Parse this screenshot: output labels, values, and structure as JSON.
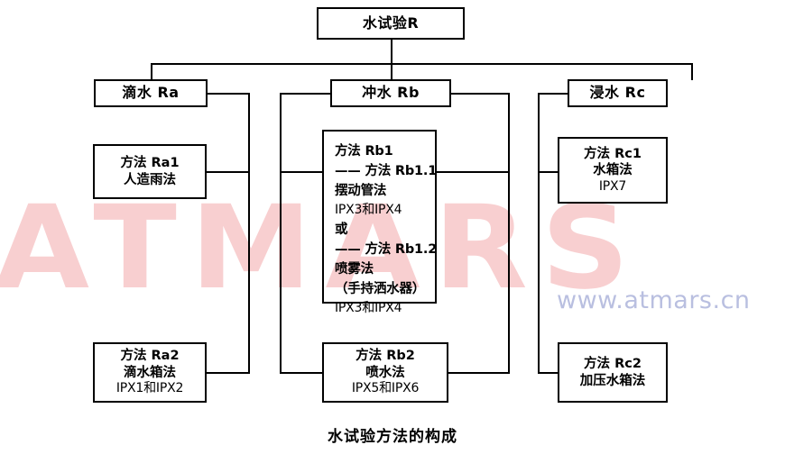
{
  "figure": {
    "caption": "水试验方法的构成",
    "root": {
      "id": "R",
      "label": "水试验R"
    },
    "branches": [
      {
        "id": "Ra",
        "label": "滴水 Ra",
        "methods": [
          {
            "id": "Ra1",
            "title": "方法 Ra1",
            "subtitle": "人造雨法",
            "code": ""
          },
          {
            "id": "Ra2",
            "title": "方法 Ra2",
            "subtitle": "滴水箱法",
            "code": "IPX1和IPX2"
          }
        ]
      },
      {
        "id": "Rb",
        "label": "冲水 Rb",
        "methods": [
          {
            "id": "Rb1",
            "lines": [
              "方法 Rb1",
              "—— 方法 Rb1.1",
              "摆动管法",
              "IPX3和IPX4",
              "或",
              "—— 方法 Rb1.2",
              "喷雾法",
              "（手持洒水器）",
              "IPX3和IPX4"
            ]
          },
          {
            "id": "Rb2",
            "title": "方法 Rb2",
            "subtitle": "喷水法",
            "code": "IPX5和IPX6"
          }
        ]
      },
      {
        "id": "Rc",
        "label": "浸水 Rc",
        "methods": [
          {
            "id": "Rc1",
            "title": "方法 Rc1",
            "subtitle": "水箱法",
            "code": "IPX7"
          },
          {
            "id": "Rc2",
            "title": "方法 Rc2",
            "subtitle": "加压水箱法",
            "code": ""
          }
        ]
      }
    ]
  },
  "watermark": {
    "brand": "ATMARS",
    "url": "www.atmars.cn",
    "brand_color": "#f8cfd0",
    "url_color": "#b9bfe0"
  },
  "style": {
    "line_color": "#000000",
    "background": "#ffffff"
  }
}
